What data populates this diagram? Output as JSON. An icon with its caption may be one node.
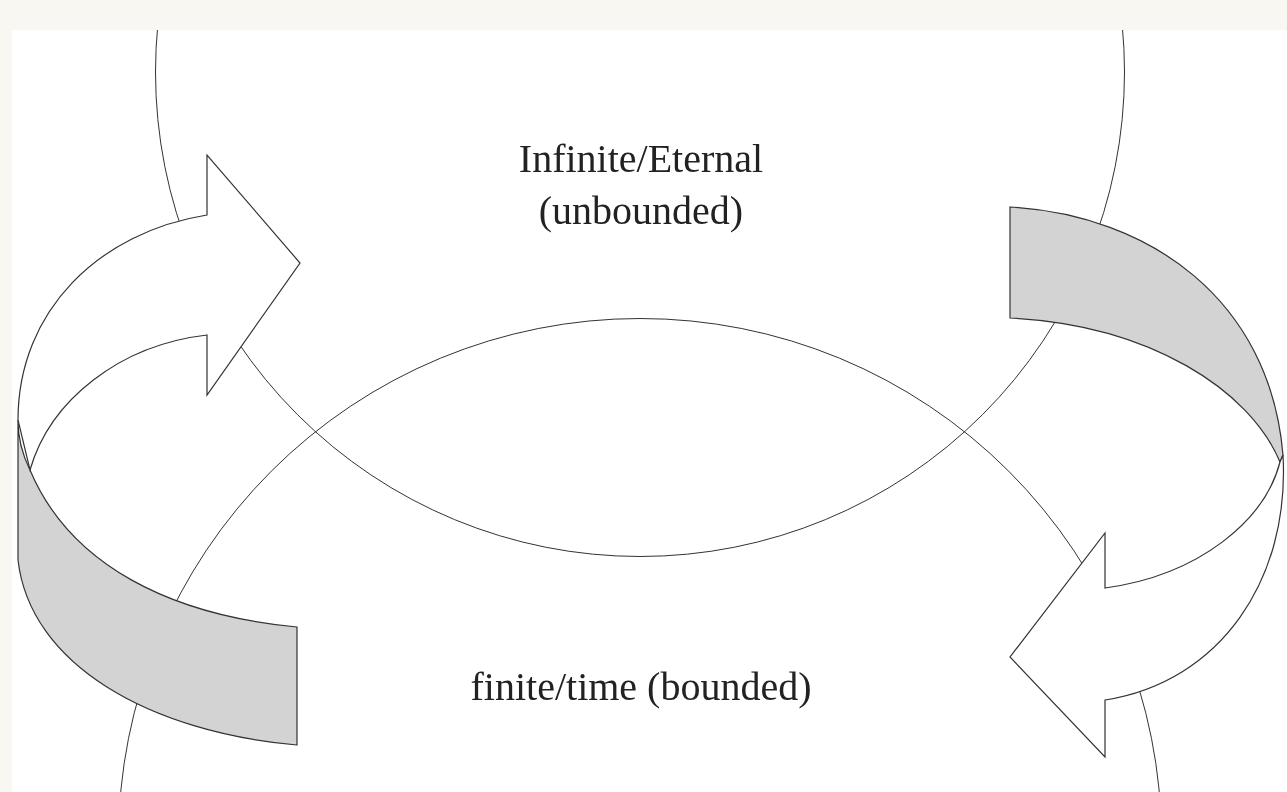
{
  "diagram": {
    "nodes": [
      {
        "text": [
          "Infinite/Eternal (unbounded)"
        ]
      },
      {
        "text": [
          "finite/time (bounded)"
        ]
      }
    ],
    "edges": [
      {
        "from": 1,
        "to": 0,
        "arrow": "to"
      },
      {
        "from": 0,
        "to": 1,
        "arrow": "to"
      }
    ]
  }
}
